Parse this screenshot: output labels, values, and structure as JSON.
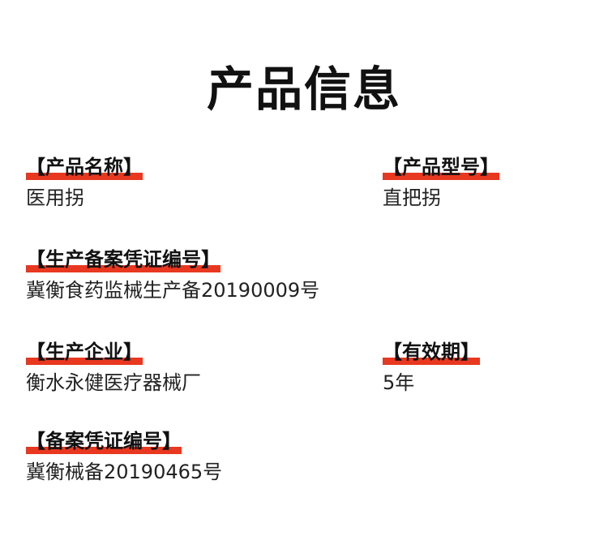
{
  "title": "产品信息",
  "accent_color": "#e8381f",
  "fields": {
    "product_name": {
      "label": "【产品名称】",
      "value": "医用拐"
    },
    "product_model": {
      "label": "【产品型号】",
      "value": "直把拐"
    },
    "production_record_no": {
      "label": "【生产备案凭证编号】",
      "value": "冀衡食药监械生产备20190009号"
    },
    "manufacturer": {
      "label": "【生产企业】",
      "value": "衡水永健医疗器械厂"
    },
    "validity": {
      "label": "【有效期】",
      "value": "5年"
    },
    "record_no": {
      "label": "【备案凭证编号】",
      "value": "冀衡械备20190465号"
    }
  }
}
